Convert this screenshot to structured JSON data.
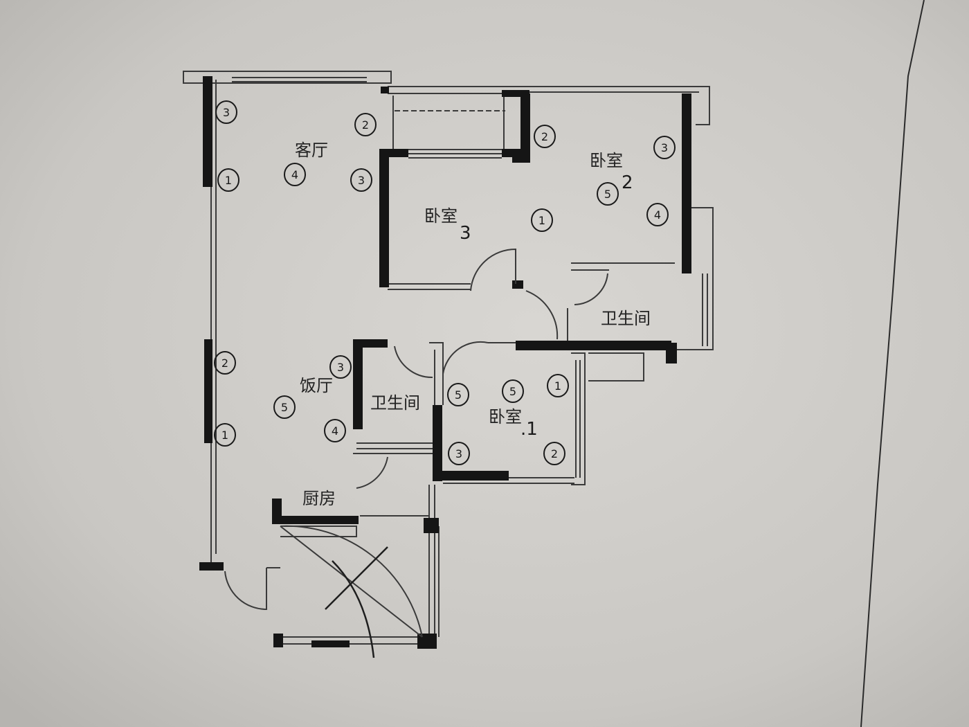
{
  "plan": {
    "rooms": {
      "living": "客厅",
      "bedroom2": "卧室",
      "bedroom3": "卧室",
      "dining": "饭厅",
      "bath_upper": "卫生间",
      "bath_lower": "卫生间",
      "bedroom1": "卧室",
      "kitchen": "厨房"
    },
    "room_numbers": {
      "bedroom2": "2",
      "bedroom3": "3",
      "bedroom1": ".1"
    },
    "markers": {
      "living": [
        "3",
        "2",
        "4",
        "1",
        "3"
      ],
      "bedroom2": [
        "2",
        "3",
        "5",
        "1",
        "4"
      ],
      "bedroom3": [],
      "dining": [
        "2",
        "3",
        "5",
        "1",
        "4"
      ],
      "bedroom1": [
        "5",
        "5",
        "1",
        "3",
        "2"
      ]
    }
  },
  "colors": {
    "paper": "#c9c7c3",
    "wall": "#151515",
    "line": "#3a3a3a"
  }
}
